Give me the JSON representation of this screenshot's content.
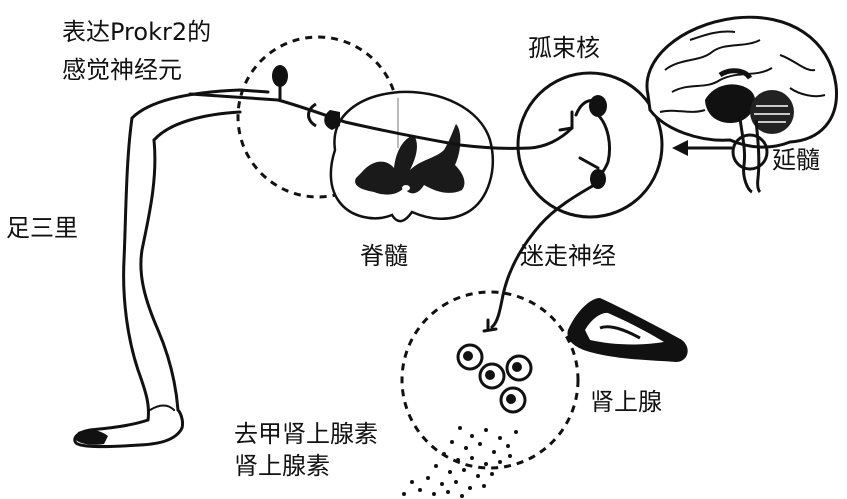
{
  "diagram": {
    "labels": {
      "prokr2_line1": "表达Prokr2的",
      "prokr2_line2": "感觉神经元",
      "nucleus_tractus": "孤束核",
      "zusanli": "足三里",
      "spinal_cord": "脊髓",
      "vagus_nerve": "迷走神经",
      "medulla": "延髓",
      "adrenal_gland": "肾上腺",
      "hormone_line1": "去甲肾上腺素",
      "hormone_line2": "肾上腺素"
    },
    "colors": {
      "ink": "#111111",
      "background": "#ffffff",
      "grey_matter": "#1a1a1a",
      "medulla_dark": "#222222"
    }
  }
}
